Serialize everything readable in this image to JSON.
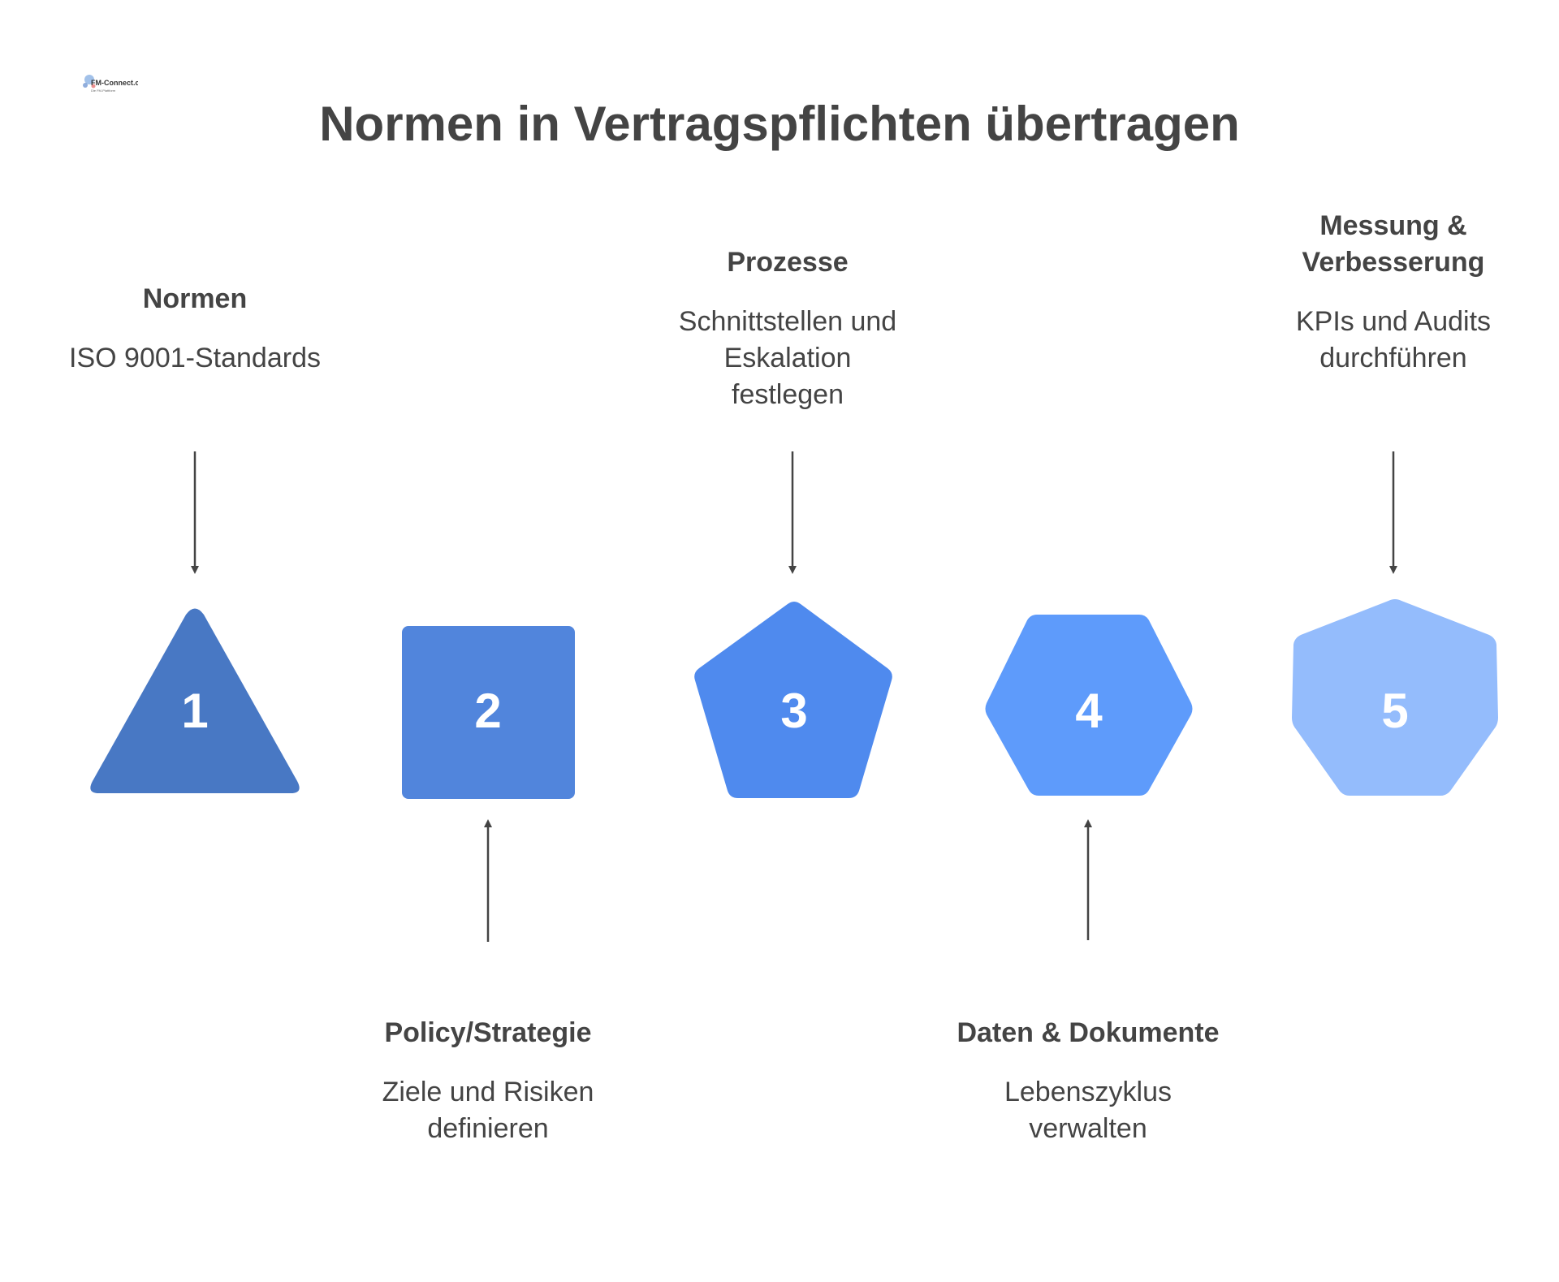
{
  "logo": {
    "text": "FM-Connect.com",
    "tagline": "Die FM-Plattform"
  },
  "title": "Normen in Vertragspflichten übertragen",
  "steps": [
    {
      "number": "1",
      "heading": "Normen",
      "description": "ISO 9001-Standards",
      "shape": "triangle",
      "color": "#4878c4"
    },
    {
      "number": "2",
      "heading": "Policy/Strategie",
      "description": "Ziele und Risiken definieren",
      "shape": "square",
      "color": "#5185dc"
    },
    {
      "number": "3",
      "heading": "Prozesse",
      "description": "Schnittstellen und Eskalation festlegen",
      "shape": "pentagon",
      "color": "#4f8aee"
    },
    {
      "number": "4",
      "heading": "Daten & Dokumente",
      "description": "Lebenszyklus verwalten",
      "shape": "hexagon",
      "color": "#5e9bfb"
    },
    {
      "number": "5",
      "heading": "Messung & Verbesserung",
      "description": "KPIs und Audits durchführen",
      "shape": "heptagon",
      "color": "#94bcfc"
    }
  ],
  "colors": {
    "text": "#444444",
    "arrow": "#444444",
    "background": "#ffffff"
  }
}
